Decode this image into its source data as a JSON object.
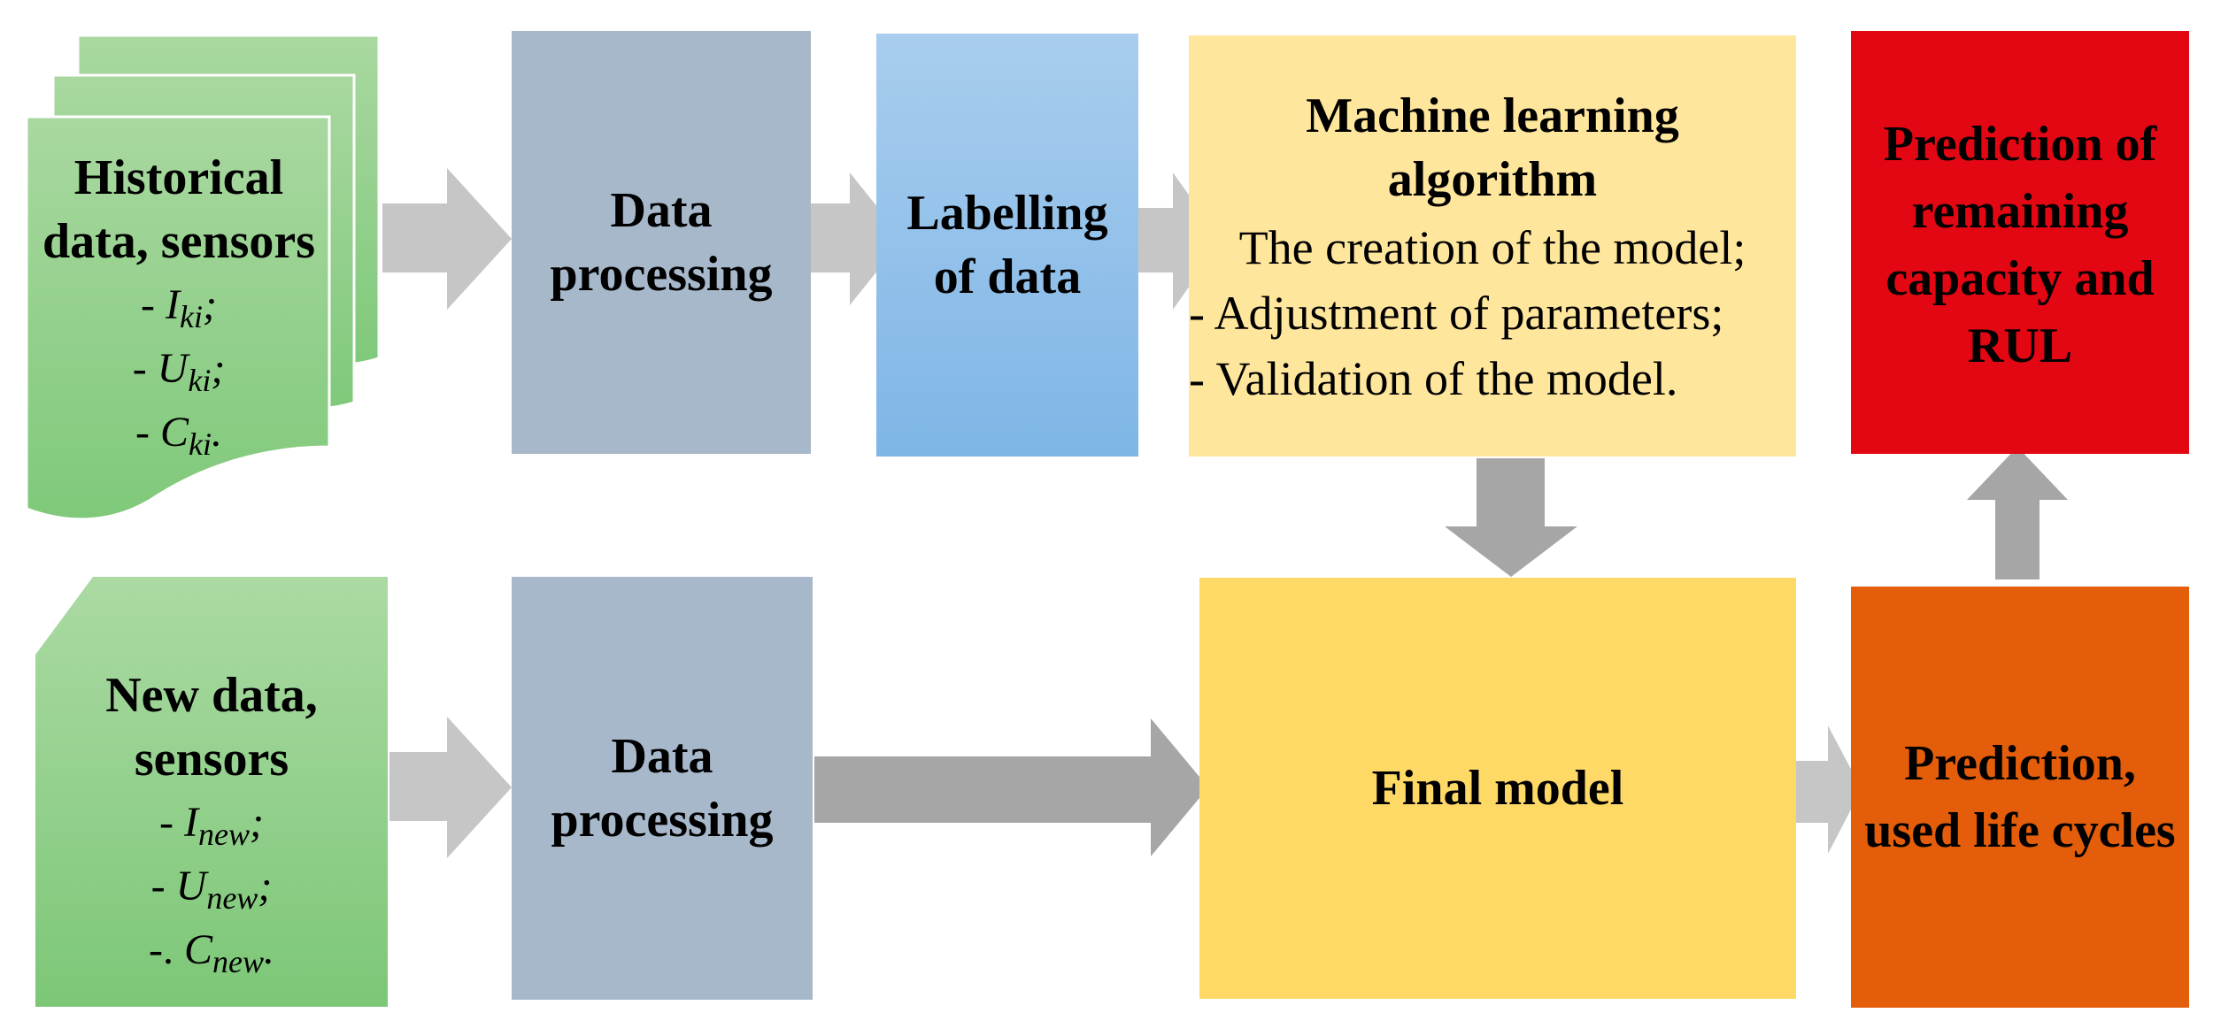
{
  "historical": {
    "title": "Historical data, sensors",
    "items": [
      {
        "prefix": "- ",
        "var": "I",
        "sub": "ki",
        "suffix": ";"
      },
      {
        "prefix": "- ",
        "var": "U",
        "sub": "ki",
        "suffix": ";"
      },
      {
        "prefix": "- ",
        "var": "C",
        "sub": "ki",
        "suffix": "."
      }
    ]
  },
  "new_data": {
    "title": "New data, sensors",
    "items": [
      {
        "prefix": "- ",
        "var": "I",
        "sub": "new",
        "suffix": ";"
      },
      {
        "prefix": "- ",
        "var": "U",
        "sub": "new",
        "suffix": ";"
      },
      {
        "prefix": "-. ",
        "var": "C",
        "sub": "new",
        "suffix": "."
      }
    ]
  },
  "data_processing_top": "Data processing",
  "data_processing_bottom": "Data processing",
  "labelling": "Labelling of data",
  "ml": {
    "title": "Machine learning algorithm",
    "lines": [
      "The creation of the model;",
      "- Adjustment of parameters;",
      "- Validation of the model."
    ]
  },
  "final_model": "Final model",
  "prediction_remaining": "Prediction of remaining capacity and RUL",
  "prediction_used": "Prediction, used life cycles",
  "colors": {
    "doc_green_top": "#a9d8a0",
    "doc_green_bottom": "#7fc97a",
    "processing": "#a7b8cb",
    "labelling_top": "#a8cdee",
    "labelling_bottom": "#7fb6e6",
    "ml": "#ffe69d",
    "final": "#ffd966",
    "prediction_remaining": "#e30613",
    "prediction_used": "#e35d0a",
    "arrow_light": "#c6c6c6",
    "arrow_dark": "#a6a6a6"
  }
}
